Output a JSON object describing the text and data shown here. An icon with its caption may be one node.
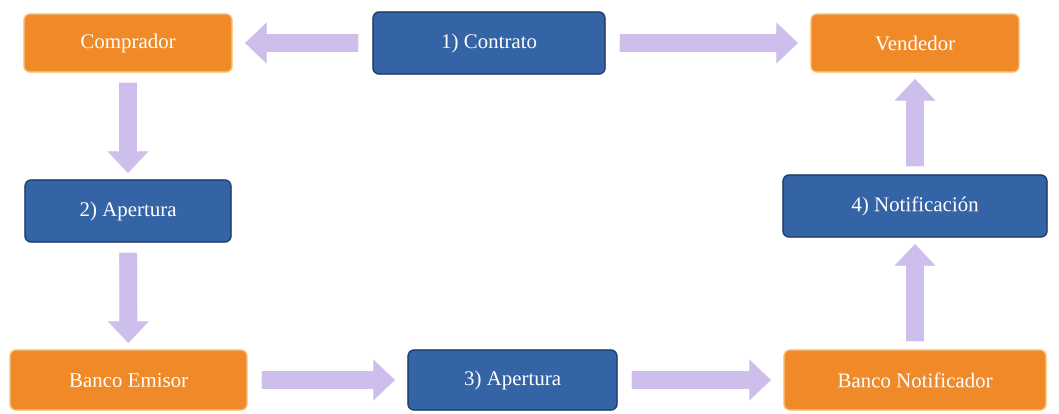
{
  "diagram": {
    "nodes": [
      {
        "text": [
          "Comprador"
        ]
      },
      {
        "text": [
          "1) Contrato"
        ]
      },
      {
        "text": [
          "Vendedor"
        ]
      },
      {
        "text": [
          "2) Apertura"
        ]
      },
      {
        "text": [
          "4) Notificación"
        ]
      },
      {
        "text": [
          "Banco Emisor"
        ]
      },
      {
        "text": [
          "3) Apertura"
        ]
      },
      {
        "text": [
          "Banco Notificador"
        ]
      }
    ],
    "edges": [
      {
        "from": 1,
        "to": 0,
        "arrow": "to"
      },
      {
        "from": 1,
        "to": 2,
        "arrow": "to"
      },
      {
        "from": 0,
        "to": 3,
        "arrow": "to"
      },
      {
        "from": 3,
        "to": 5,
        "arrow": "to"
      },
      {
        "from": 5,
        "to": 6,
        "arrow": "to"
      },
      {
        "from": 6,
        "to": 7,
        "arrow": "to"
      },
      {
        "from": 7,
        "to": 4,
        "arrow": "to"
      },
      {
        "from": 4,
        "to": 2,
        "arrow": "to"
      }
    ]
  }
}
